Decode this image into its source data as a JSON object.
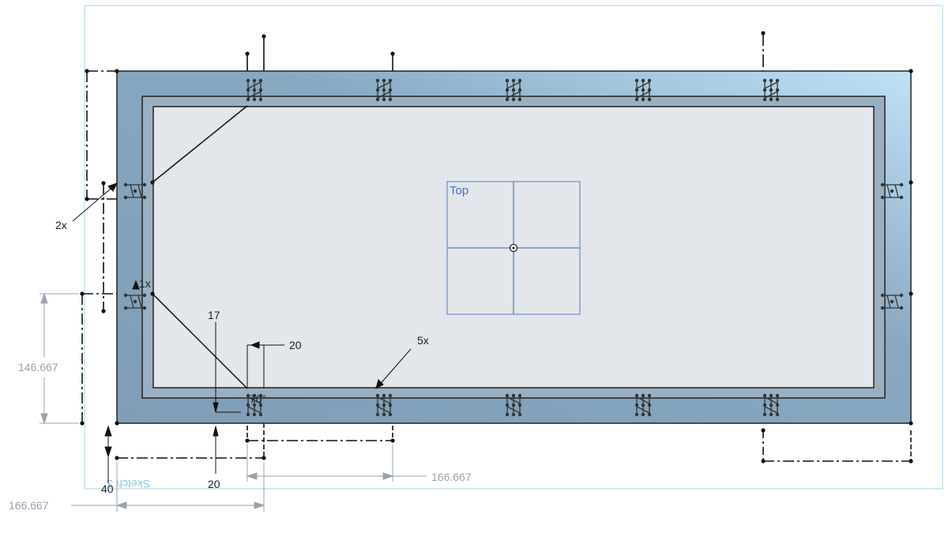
{
  "viewport": {
    "plane_label": "Top",
    "sketch_label": "Sketch 3"
  },
  "dimensions": {
    "count_2x": "2x",
    "count_1x": "1x",
    "count_5x": "5x",
    "vertical_146": "146.667",
    "horizontal_166_bottom": "166.667",
    "horizontal_166_right": "166.667",
    "dim_17": "17",
    "dim_20_top": "20",
    "dim_20_bottom": "20",
    "dim_40": "40",
    "angle_70": "70°"
  },
  "colors": {
    "plate_fill": "#86a4bc",
    "plate_highlight": "#bfe2f7",
    "inner_panel": "#e3e6ea",
    "sketch_line": "#000000",
    "plane_blue": "#6a8fc9",
    "frame_border": "#a8d4ec"
  }
}
